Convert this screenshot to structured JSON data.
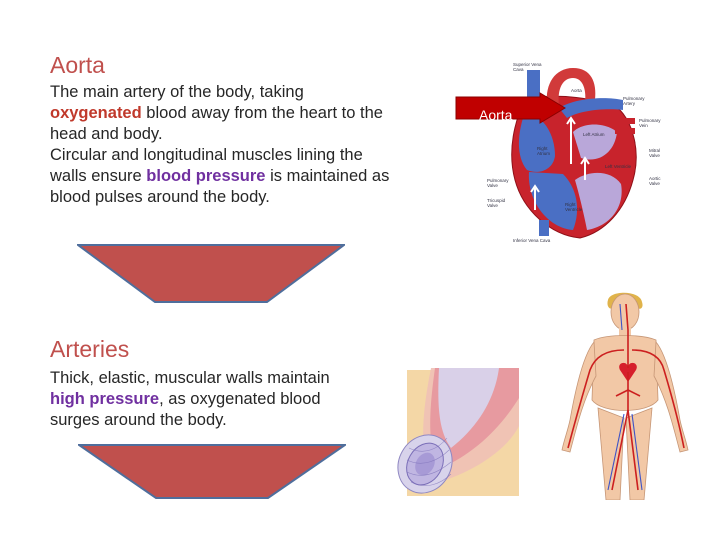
{
  "aorta": {
    "heading": "Aorta",
    "line1": "The main artery of the body, taking",
    "kw1": "oxygenated",
    "line2_rest": " blood away from the heart to the",
    "line3": "head and body.",
    "line4": "Circular and longitudinal muscles lining the",
    "line5_pre": "walls ensure ",
    "kw2": "blood pressure",
    "line5_post": " is maintained as",
    "line6": "blood pulses around the body."
  },
  "arteries": {
    "heading": "Arteries",
    "line1": "Thick, elastic, muscular walls maintain",
    "kw": "high pressure",
    "line2_post": ", as oxygenated blood",
    "line3": "surges around the body."
  },
  "heart_diagram": {
    "callout_label": "Aorta",
    "labels": {
      "superior_vena_cava": "Superior Vena Cava",
      "aorta": "Aorta",
      "pulmonary_artery": "Pulmonary Artery",
      "pulmonary_vein": "Pulmonary Vein",
      "left_atrium": "Left Atrium",
      "right_atrium": "Right Atrium",
      "mitral_valve": "Mitral Valve",
      "pulmonary_valve": "Pulmonary Valve",
      "left_ventricle": "Left Ventricle",
      "aortic_valve": "Aortic Valve",
      "tricuspid_valve": "Tricuspid Valve",
      "right_ventricle": "Right Ventricle",
      "inferior_vena_cava": "Inferior Vena Cava"
    }
  },
  "colors": {
    "heading": "#c0504d",
    "arrow_fill": "#c0504d",
    "arrow_stroke": "#4f6e9c",
    "oxygenated": "#c0392b",
    "pressure": "#7030a0"
  }
}
